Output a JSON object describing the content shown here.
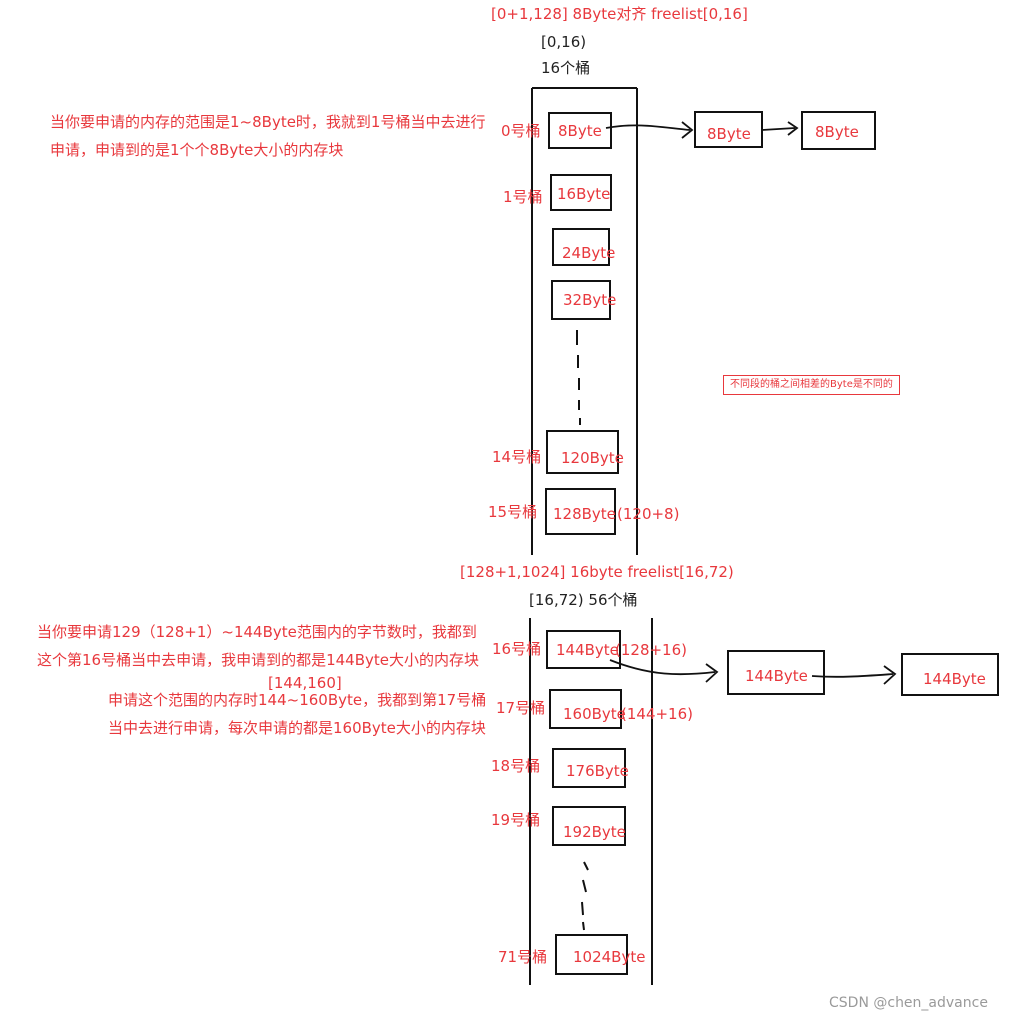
{
  "section1": {
    "title": "[0+1,128] 8Byte对齐 freelist[0,16]",
    "range": "[0,16)",
    "count": "16个桶",
    "note_lines": [
      "当你要申请的内存的范围是1~8Byte时，我就到1号桶当中去进行",
      "申请，申请到的是1个个8Byte大小的内存块"
    ],
    "buckets": [
      {
        "label": "0号桶",
        "size": "8Byte"
      },
      {
        "label": "1号桶",
        "size": "16Byte"
      },
      {
        "label": "",
        "size": "24Byte"
      },
      {
        "label": "",
        "size": "32Byte"
      },
      {
        "label": "14号桶",
        "size": "120Byte"
      },
      {
        "label": "15号桶",
        "size": "128Byte"
      }
    ],
    "bucket15_extra": "(120+8)",
    "chain": [
      "8Byte",
      "8Byte"
    ]
  },
  "side_tag": "不同段的桶之间相差的Byte是不同的",
  "section2": {
    "title": "[128+1,1024] 16byte freelist[16,72)",
    "range_count": "[16,72) 56个桶",
    "note1_lines": [
      "当你要申请129（128+1）~144Byte范围内的字节数时，我都到",
      "这个第16号桶当中去申请，我申请到的都是144Byte大小的内存块"
    ],
    "range2": "[144,160]",
    "note2_lines": [
      "申请这个范围的内存时144~160Byte，我都到第17号桶",
      "当中去进行申请，每次申请的都是160Byte大小的内存块"
    ],
    "buckets": [
      {
        "label": "16号桶",
        "size": "144Byte",
        "extra": "(128+16)"
      },
      {
        "label": "17号桶",
        "size": "160Byte",
        "extra": "(144+16)"
      },
      {
        "label": "18号桶",
        "size": "176Byte",
        "extra": ""
      },
      {
        "label": "19号桶",
        "size": "192Byte",
        "extra": ""
      },
      {
        "label": "71号桶",
        "size": "1024Byte",
        "extra": ""
      }
    ],
    "chain": [
      "144Byte",
      "144Byte"
    ]
  },
  "watermark": "CSDN @chen_advance"
}
